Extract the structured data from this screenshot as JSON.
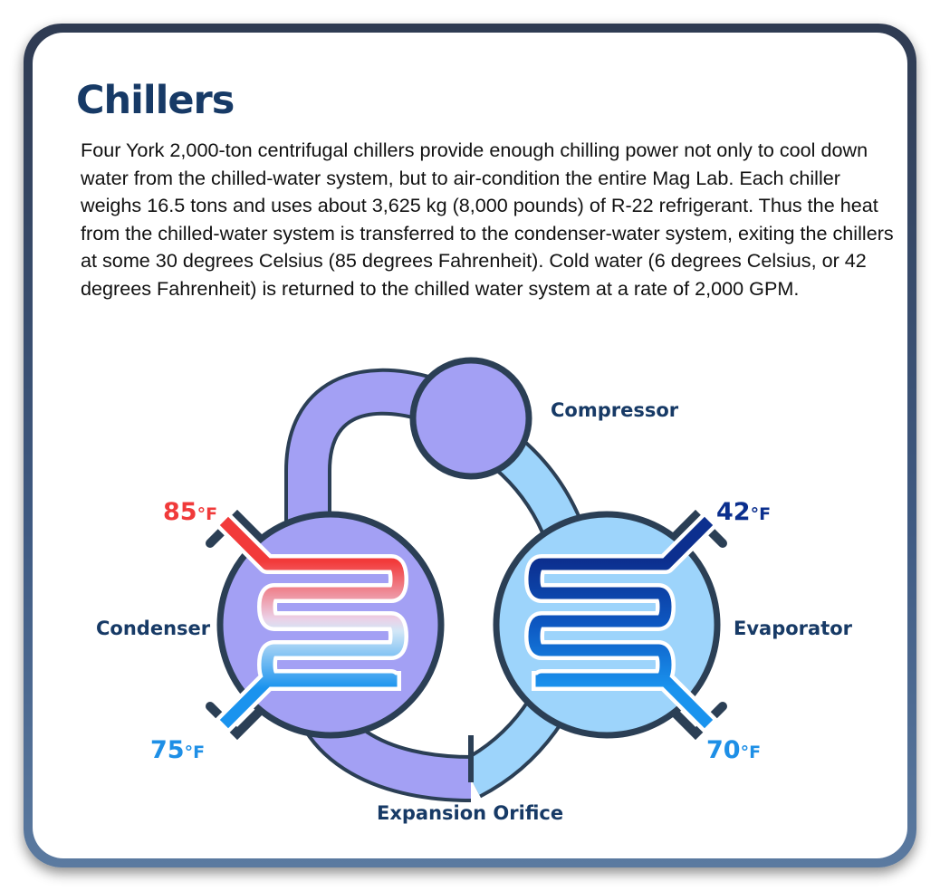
{
  "page": {
    "title": "Chillers",
    "paragraph": "Four York 2,000-ton centrifugal chillers provide enough chilling power not only to cool down water from the chilled-water system, but to air-condition the entire Mag Lab. Each chiller weighs 16.5 tons and uses about 3,625 kg (8,000 pounds) of R-22 refrigerant. Thus the heat from the chilled-water system is transferred to the condenser-water system, exiting the chillers at some 30 degrees Celsius (85 degrees Fahrenheit). Cold water (6 degrees Celsius, or 42 degrees Fahrenheit) is returned to the chilled water system at a rate of 2,000 GPM."
  },
  "diagram": {
    "labels": {
      "compressor": "Compressor",
      "condenser": "Condenser",
      "evaporator": "Evaporator",
      "expansion": "Expansion Orifice"
    },
    "temps": {
      "condenser_out": {
        "value": "85",
        "unit": "°F"
      },
      "condenser_in": {
        "value": "75",
        "unit": "°F"
      },
      "evaporator_out": {
        "value": "42",
        "unit": "°F"
      },
      "evaporator_in": {
        "value": "70",
        "unit": "°F"
      }
    },
    "colors": {
      "title": "#173a66",
      "label": "#173a66",
      "hot": "#f03a3a",
      "cool": "#1e8fe6",
      "cold": "#0b2f8e",
      "condenser_fill": "#a3a0f4",
      "evaporator_fill": "#9dd4fb",
      "outline": "#2b3f55"
    }
  }
}
